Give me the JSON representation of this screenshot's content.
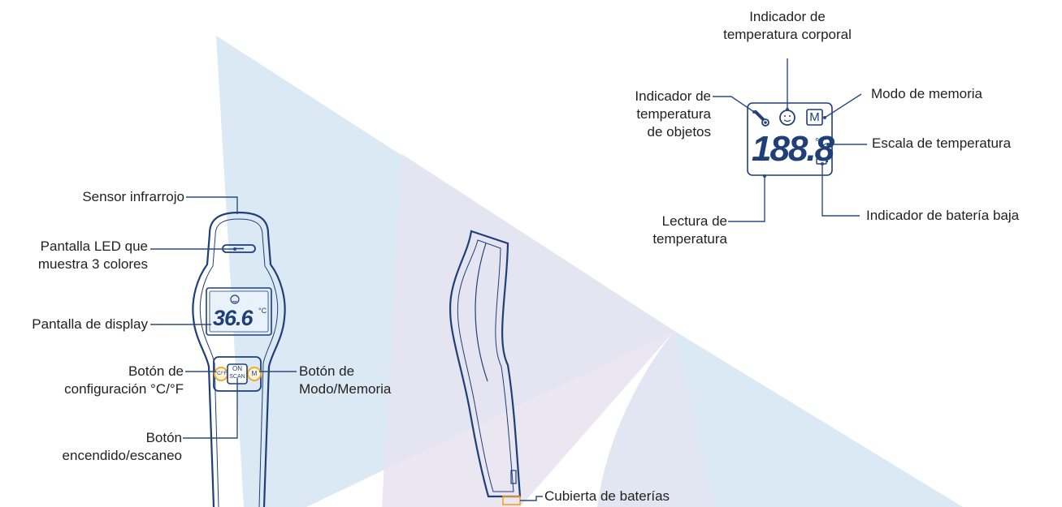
{
  "colors": {
    "outline": "#1f3f78",
    "line": "#2b4a82",
    "beam_light": "#dbe9f5",
    "beam_purple": "#e6e3f0",
    "accent": "#f2a31f",
    "text": "#231f20"
  },
  "callouts": {
    "sensor": "Sensor infrarrojo",
    "led": [
      "Pantalla LED que",
      "muestra 3 colores"
    ],
    "display": "Pantalla de display",
    "config_button": [
      "Botón de",
      "configuración °C/°F"
    ],
    "mode_button": [
      "Botón de",
      "Modo/Memoria"
    ],
    "power_button": [
      "Botón",
      "encendido/escaneo"
    ],
    "battery_cover": "Cubierta de baterías",
    "body_temp_indicator": [
      "Indicador de",
      "temperatura corporal"
    ],
    "object_temp_indicator": [
      "Indicador de",
      "temperatura",
      "de objetos"
    ],
    "memory_mode": "Modo de memoria",
    "temp_scale": "Escala de temperatura",
    "temp_reading": [
      "Lectura de",
      "temperatura"
    ],
    "low_battery": "Indicador de batería baja"
  },
  "device": {
    "screen_reading": "36.6",
    "screen_unit": "°C",
    "button_on": "ON",
    "button_scan": "SCAN",
    "left_button_glyph": "°C/°F",
    "right_button_glyph": "M"
  },
  "lcd": {
    "digits": "188.8",
    "unit": "°C",
    "memory_glyph": "M"
  }
}
